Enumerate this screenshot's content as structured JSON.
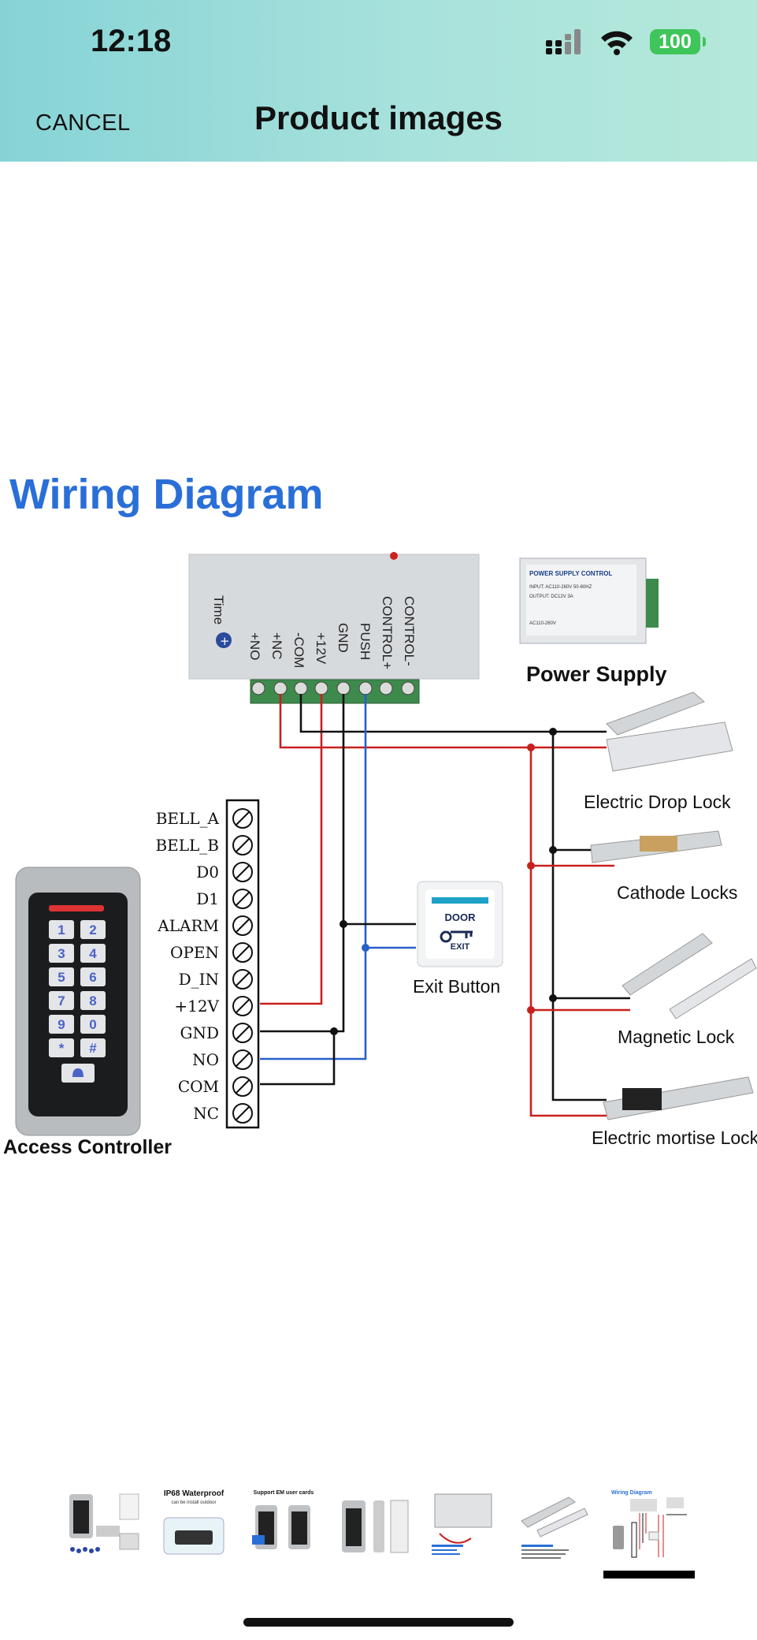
{
  "status_bar": {
    "time": "12:18",
    "battery": "100"
  },
  "nav": {
    "cancel_label": "CANCEL",
    "title": "Product images"
  },
  "diagram": {
    "heading": "Wiring Diagram",
    "power_supply_label": "Power Supply",
    "power_supply_plate": {
      "title": "POWER SUPPLY CONTROL",
      "input": "INPUT: AC110-260V 50-60HZ",
      "output": "OUTPUT: DC12V 3A",
      "small": "AC110-260V"
    },
    "psu_terminals": [
      "Time",
      "+NO",
      "+NC",
      "-COM",
      "+12V",
      "GND",
      "PUSH",
      "CONTROL+",
      "CONTROL-"
    ],
    "controller_terminals": [
      "BELL_A",
      "BELL_B",
      "D0",
      "D1",
      "ALARM",
      "OPEN",
      "D_IN",
      "+12V",
      "GND",
      "NO",
      "COM",
      "NC"
    ],
    "keypad_keys": [
      "1",
      "2",
      "3",
      "4",
      "5",
      "6",
      "7",
      "8",
      "9",
      "0",
      "*",
      "#"
    ],
    "exit_button": {
      "line1": "DOOR",
      "line2": "EXIT",
      "label": "Exit Button"
    },
    "access_controller_label": "Access Controller",
    "locks": [
      "Electric Drop Lock",
      "Cathode Locks",
      "Magnetic Lock",
      "Electric mortise Lock"
    ],
    "wire_colors": {
      "red": "#c8201e",
      "black": "#111111",
      "blue": "#2860c8"
    },
    "heading_color": "#2a6fd8"
  },
  "thumbnails": {
    "items": [
      {
        "name": "thumb-keypad-kit"
      },
      {
        "name": "thumb-ip68-waterproof",
        "caption": "IP68 Waterproof",
        "sub": "can be install outdoor"
      },
      {
        "name": "thumb-em-card",
        "caption": "Support EM user cards"
      },
      {
        "name": "thumb-keypad-side"
      },
      {
        "name": "thumb-power-supply"
      },
      {
        "name": "thumb-magnetic-lock"
      },
      {
        "name": "thumb-wiring-diagram",
        "caption": "Wiring Diagram"
      }
    ],
    "selected_index": 6
  }
}
